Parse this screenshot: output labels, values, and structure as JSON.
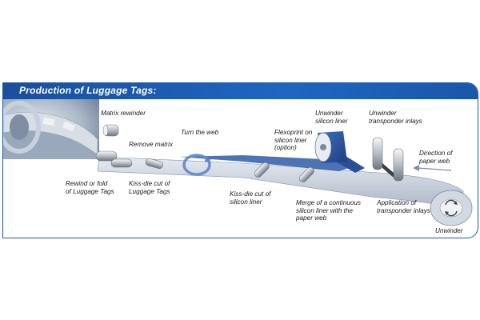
{
  "title": "Production of Luggage Tags:",
  "labels": {
    "matrix_rewinder": "Matrix rewinder",
    "remove_matrix": "Remove matrix",
    "turn_the_web": "Turn the web",
    "flexoprint": "Flexoprint on\nsilicon liner\n(option)",
    "unwinder_silicon_liner": "Unwinder\nsilicon liner",
    "unwinder_transponder_inlays": "Unwinder\ntransponder inlays",
    "direction_of_paper_web": "Direction of\npaper web",
    "rewind_or_fold": "Rewind or fold\nof Luggage Tags",
    "kiss_die_cut_luggage_tags": "Kiss-die cut of\nLuggage Tags",
    "kiss_die_cut_silicon_liner": "Kiss-die cut of\nsilicon liner",
    "merge_of_liner": "Merge of a continuous\nsilicon liner with the\npaper web",
    "application_of_transponder_inlays": "Application of\ntransponder inlays",
    "unwinder": "Unwinder"
  },
  "colors": {
    "frame_blue": "#1a57a8",
    "liner_blue": "#2b4f96",
    "web_gray": "#b9c3d0"
  },
  "icons": {
    "turn_arrow": "curved-rotation-arrow-icon",
    "direction_arrow": "left-arrow-icon",
    "unwind_arrows": "circular-arrows-icon"
  }
}
